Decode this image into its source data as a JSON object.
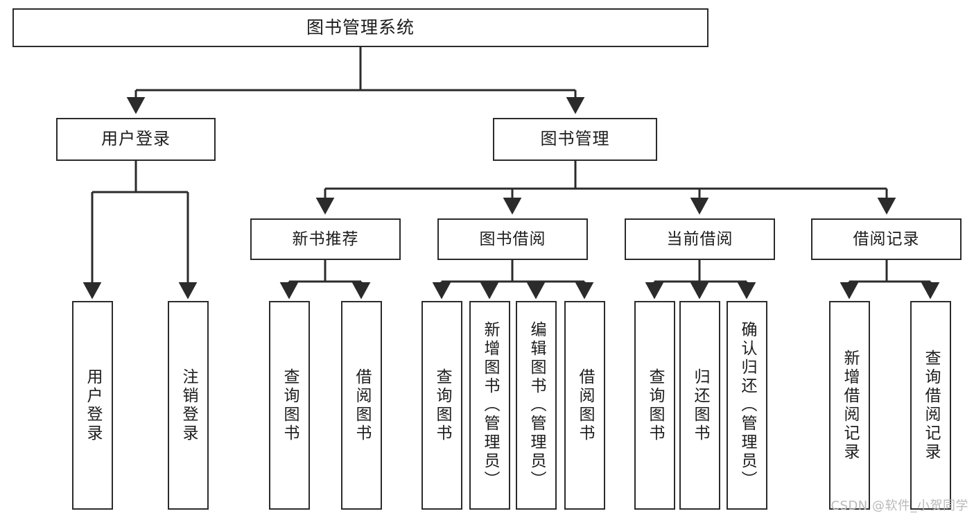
{
  "diagram": {
    "title": "图书管理系统",
    "type": "tree",
    "orientation": "top-down",
    "colors": {
      "box_border": "#2b2b2b",
      "box_fill": "#ffffff",
      "connector": "#2b2b2b",
      "text": "#1c1c1c",
      "watermark": "#b9b9b9"
    },
    "root": {
      "label": "图书管理系统",
      "id": "root"
    },
    "level2": [
      {
        "id": "user-login",
        "label": "用户登录"
      },
      {
        "id": "book-management",
        "label": "图书管理"
      }
    ],
    "level3": [
      {
        "id": "new-book-recommend",
        "label": "新书推荐",
        "parent": "book-management"
      },
      {
        "id": "book-borrow",
        "label": "图书借阅",
        "parent": "book-management"
      },
      {
        "id": "current-borrow",
        "label": "当前借阅",
        "parent": "book-management"
      },
      {
        "id": "borrow-record",
        "label": "借阅记录",
        "parent": "book-management"
      }
    ],
    "leaves": [
      {
        "id": "leaf-user-login",
        "label": "用户登录",
        "parent": "user-login"
      },
      {
        "id": "leaf-logout-login",
        "label": "注销登录",
        "parent": "user-login"
      },
      {
        "id": "leaf-query-book-rec",
        "label": "查询图书",
        "parent": "new-book-recommend"
      },
      {
        "id": "leaf-borrow-book-rec",
        "label": "借阅图书",
        "parent": "new-book-recommend"
      },
      {
        "id": "leaf-query-book-borrow",
        "label": "查询图书",
        "parent": "book-borrow"
      },
      {
        "id": "leaf-add-book-admin",
        "label": "新增图书（管理员）",
        "parent": "book-borrow"
      },
      {
        "id": "leaf-edit-book-admin",
        "label": "编辑图书（管理员）",
        "parent": "book-borrow"
      },
      {
        "id": "leaf-borrow-book",
        "label": "借阅图书",
        "parent": "book-borrow"
      },
      {
        "id": "leaf-query-book-cur",
        "label": "查询图书",
        "parent": "current-borrow"
      },
      {
        "id": "leaf-return-book",
        "label": "归还图书",
        "parent": "current-borrow"
      },
      {
        "id": "leaf-confirm-return-admin",
        "label": "确认归还（管理员）",
        "parent": "current-borrow"
      },
      {
        "id": "leaf-add-borrow-record",
        "label": "新增借阅记录",
        "parent": "borrow-record"
      },
      {
        "id": "leaf-query-borrow-record",
        "label": "查询借阅记录",
        "parent": "borrow-record"
      }
    ],
    "watermark": "CSDN @软件_小贺同学"
  }
}
